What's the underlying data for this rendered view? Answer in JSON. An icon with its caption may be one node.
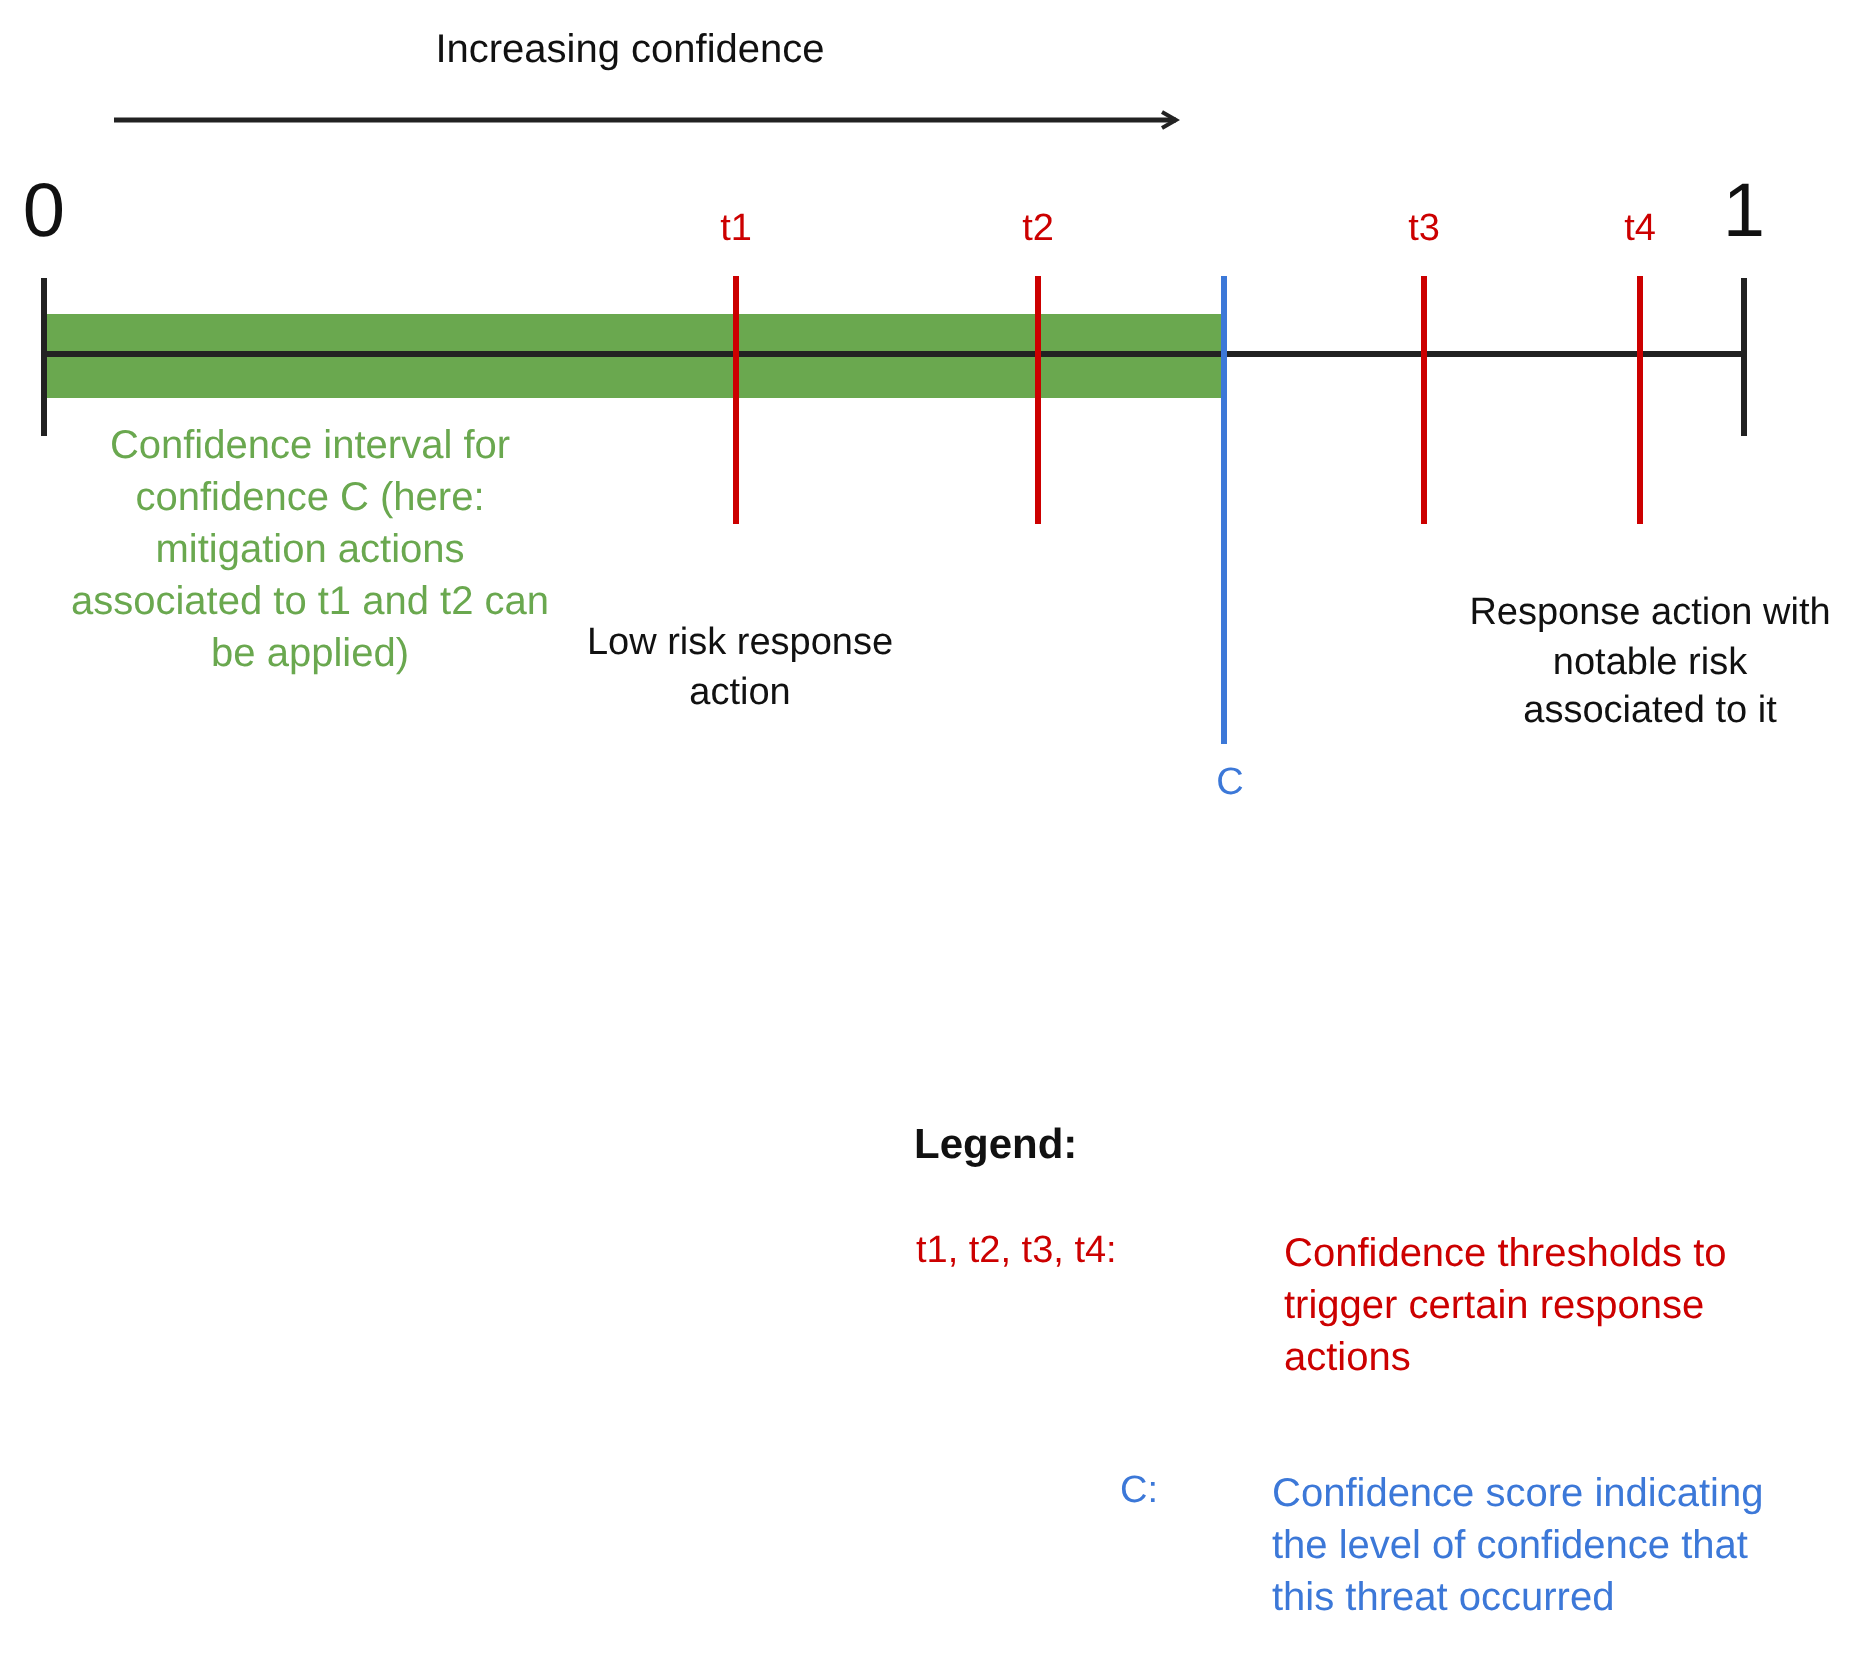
{
  "diagram": {
    "labels": [
      "Increasing confidence",
      "0",
      "t1",
      "t2",
      "t3",
      "t4",
      "1",
      "Confidence interval for confidence C (here: mitigation actions associated to t1 and t2 can be applied)",
      "Low risk response action",
      "Response action with notable risk associated to it",
      "C",
      "Legend:",
      "t1, t2, t3, t4:",
      "Confidence thresholds to trigger certain response actions",
      "C:",
      "Confidence score indicating the level of confidence that this threat occurred"
    ]
  }
}
